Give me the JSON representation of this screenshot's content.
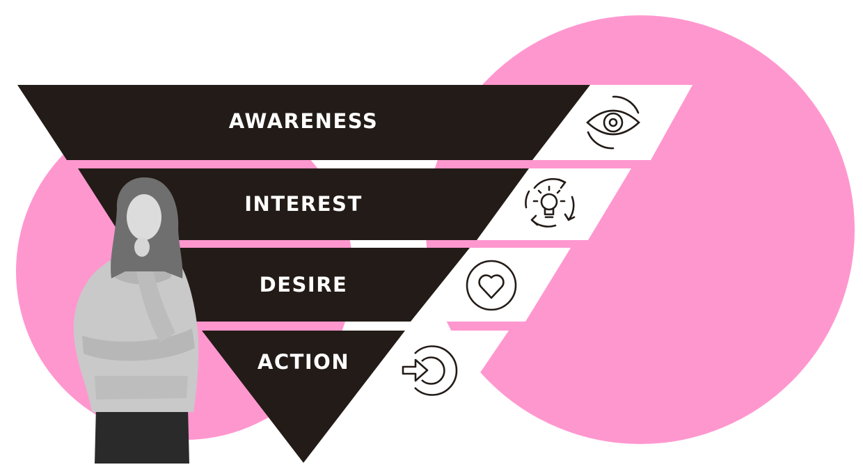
{
  "funnel": {
    "stages": [
      {
        "label": "AWARENESS",
        "icon": "eye-icon"
      },
      {
        "label": "INTEREST",
        "icon": "lightbulb-cycle-icon"
      },
      {
        "label": "DESIRE",
        "icon": "heart-icon"
      },
      {
        "label": "ACTION",
        "icon": "enter-arrow-icon"
      }
    ]
  },
  "person": {
    "icon": "thinking-woman-photo"
  },
  "colors": {
    "accent_pink": "#ff97cf",
    "funnel_dark": "#231b17",
    "ribbon_white": "#ffffff",
    "icon_stroke": "#231b17"
  }
}
